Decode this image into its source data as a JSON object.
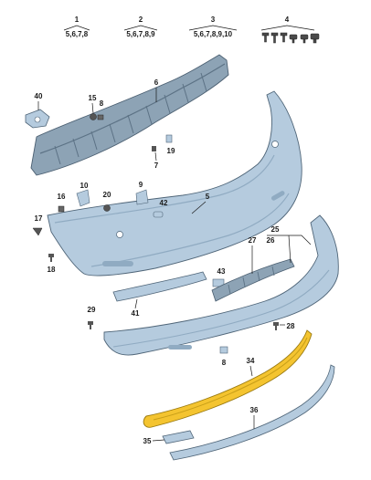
{
  "groups": [
    {
      "number": "1",
      "items": "5,6,7,8"
    },
    {
      "number": "2",
      "items": "5,6,7,8,9"
    },
    {
      "number": "3",
      "items": "5,6,7,8,9,10"
    },
    {
      "number": "4",
      "items": ""
    }
  ],
  "callouts": {
    "p5": "5",
    "p6": "6",
    "p7": "7",
    "p8": "8",
    "p9": "9",
    "p10": "10",
    "p15": "15",
    "p16": "16",
    "p17": "17",
    "p18": "18",
    "p19": "19",
    "p20": "20",
    "p25": "25",
    "p26": "26",
    "p27": "27",
    "p28": "28",
    "p29": "29",
    "p34": "34",
    "p35": "35",
    "p36": "36",
    "p40": "40",
    "p41": "41",
    "p42": "42",
    "p43": "43"
  },
  "colors": {
    "bumper": "#b5cbde",
    "bumper_shade": "#90abc2",
    "absorber": "#8da3b5",
    "absorber_dark": "#5c7285",
    "highlight_part": "#f4c430",
    "highlight_outline": "#9a7a10"
  }
}
